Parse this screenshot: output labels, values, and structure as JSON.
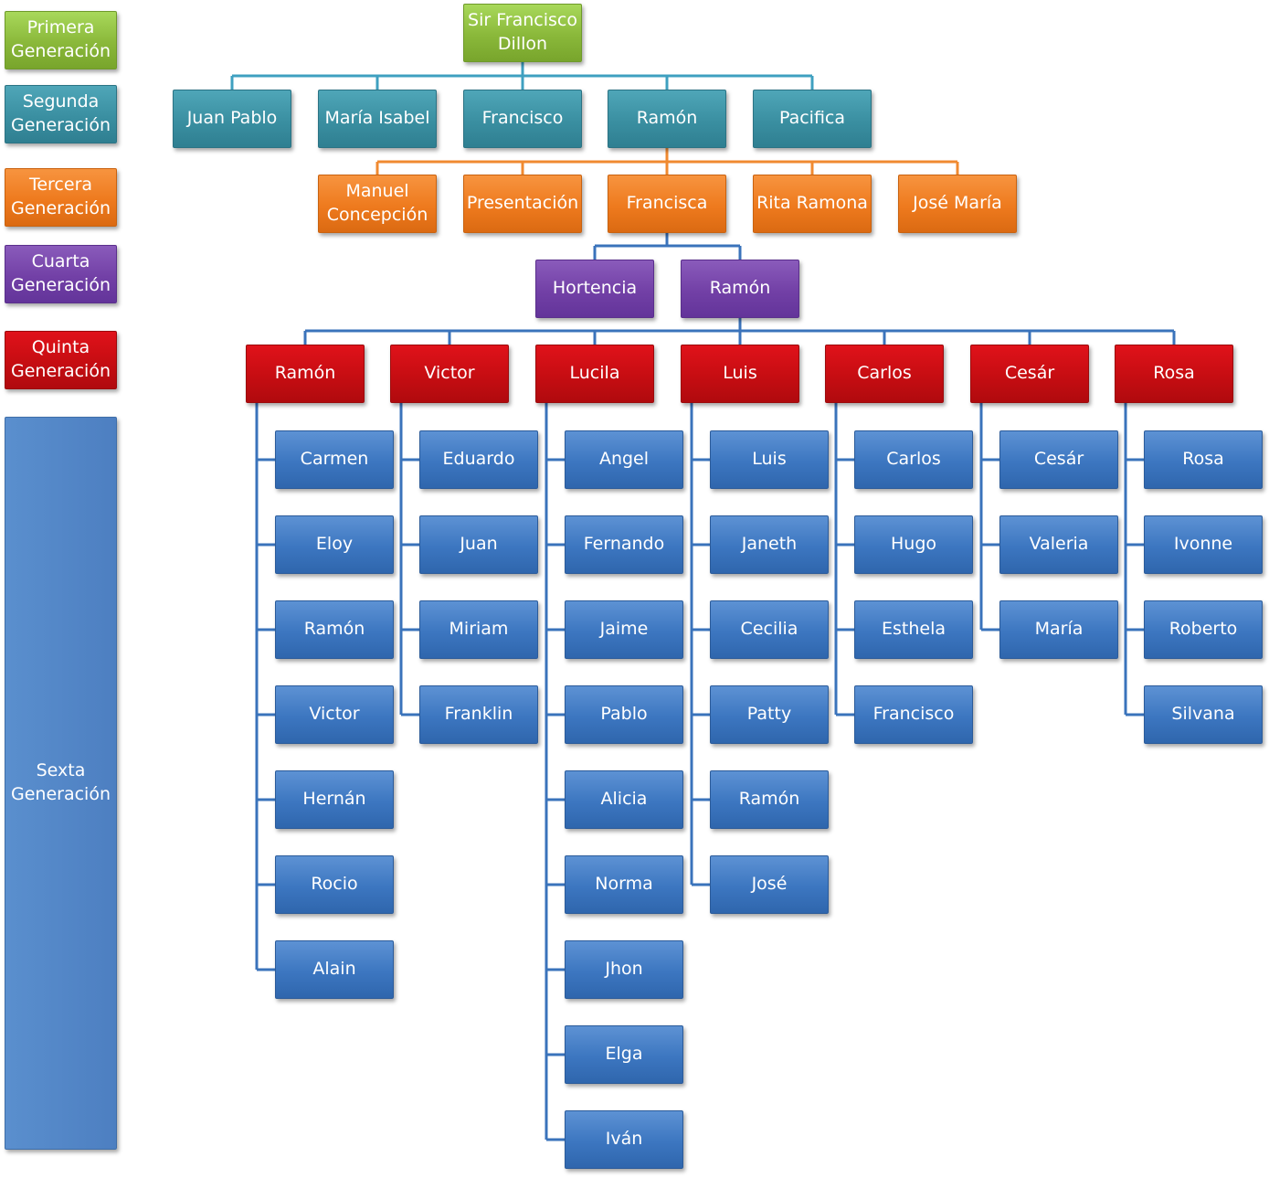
{
  "legend": [
    {
      "text": "Primera\nGeneración",
      "cls": "g1"
    },
    {
      "text": "Segunda\nGeneración",
      "cls": "g2"
    },
    {
      "text": "Tercera\nGeneración",
      "cls": "g3"
    },
    {
      "text": "Cuarta\nGeneración",
      "cls": "g4"
    },
    {
      "text": "Quinta\nGeneración",
      "cls": "g5"
    },
    {
      "text": "Sexta\nGeneración",
      "cls": "gen-sexta"
    }
  ],
  "colors": {
    "teal_line": "#3fa0c0",
    "orange_line": "#f08a30",
    "blue_line": "#3a73bb"
  },
  "tree": {
    "root": "Sir Francisco\nDillon",
    "generation2": [
      "Juan Pablo",
      "María Isabel",
      "Francisco",
      "Ramón",
      "Pacifica"
    ],
    "generation3": [
      "Manuel\nConcepción",
      "Presentación",
      "Francisca",
      "Rita Ramona",
      "José  María"
    ],
    "generation4": [
      "Hortencia",
      "Ramón"
    ],
    "generation5": [
      {
        "name": "Ramón",
        "children": [
          "Carmen",
          "Eloy",
          "Ramón",
          "Victor",
          "Hernán",
          "Rocio",
          "Alain"
        ]
      },
      {
        "name": "Victor",
        "children": [
          "Eduardo",
          "Juan",
          "Miriam",
          "Franklin"
        ]
      },
      {
        "name": "Lucila",
        "children": [
          "Angel",
          "Fernando",
          "Jaime",
          "Pablo",
          "Alicia",
          "Norma",
          "Jhon",
          "Elga",
          "Iván"
        ]
      },
      {
        "name": "Luis",
        "children": [
          "Luis",
          "Janeth",
          "Cecilia",
          "Patty",
          "Ramón",
          "José"
        ]
      },
      {
        "name": "Carlos",
        "children": [
          "Carlos",
          "Hugo",
          "Esthela",
          "Francisco"
        ]
      },
      {
        "name": "Cesár",
        "children": [
          "Cesár",
          "Valeria",
          "María"
        ]
      },
      {
        "name": "Rosa",
        "children": [
          "Rosa",
          "Ivonne",
          "Roberto",
          "Silvana"
        ]
      }
    ]
  }
}
